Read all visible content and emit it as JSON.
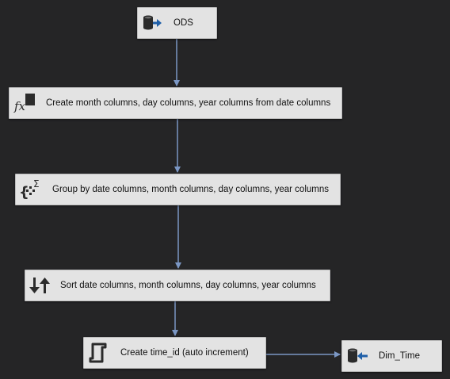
{
  "canvas": {
    "background": "#252526",
    "connector_color": "#7b97c4",
    "node_background": "#e3e3e3"
  },
  "nodes": {
    "ods": {
      "label": "ODS",
      "icon": "database-source-icon"
    },
    "derived_column": {
      "label": "Create month columns, day columns, year columns from date columns",
      "icon": "fx-derived-column-icon"
    },
    "aggregate": {
      "label": "Group by date columns, month columns, day columns, year columns",
      "icon": "aggregate-sigma-icon"
    },
    "sort": {
      "label": "Sort date columns, month columns, day columns, year columns",
      "icon": "sort-arrows-icon"
    },
    "script": {
      "label": "Create time_id (auto increment)",
      "icon": "script-component-icon"
    },
    "dim_time": {
      "label": "Dim_Time",
      "icon": "database-destination-icon"
    }
  }
}
